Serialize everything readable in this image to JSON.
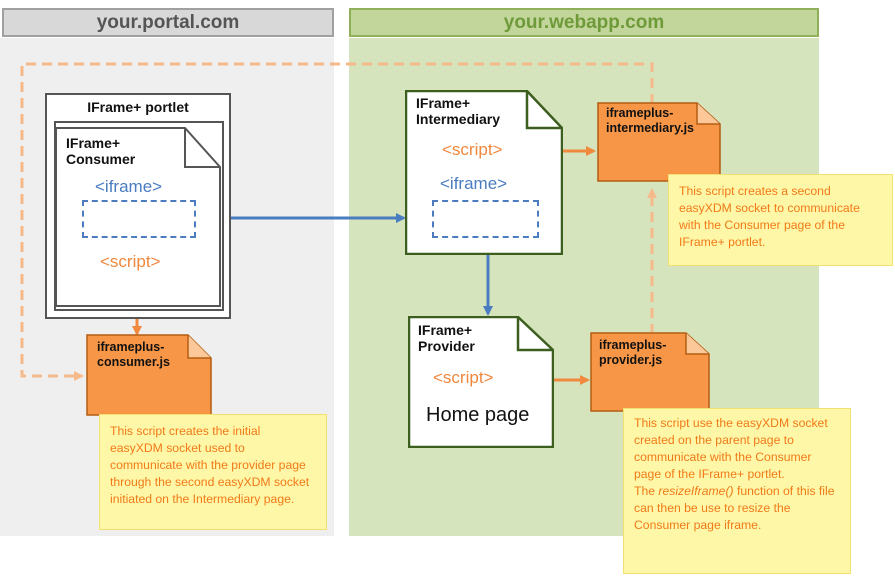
{
  "zones": {
    "portal": {
      "title": "your.portal.com"
    },
    "webapp": {
      "title": "your.webapp.com"
    }
  },
  "portlet": {
    "title": "IFrame+ portlet"
  },
  "consumer": {
    "title_line1": "IFrame+",
    "title_line2": "Consumer",
    "iframe_tag": "<iframe>",
    "script_tag": "<script>"
  },
  "intermediary": {
    "title_line1": "IFrame+",
    "title_line2": "Intermediary",
    "script_tag": "<script>",
    "iframe_tag": "<iframe>"
  },
  "provider": {
    "title_line1": "IFrame+",
    "title_line2": "Provider",
    "script_tag": "<script>",
    "home": "Home page"
  },
  "js_files": {
    "consumer": {
      "line1": "iframeplus-",
      "line2": "consumer.js"
    },
    "intermediary": {
      "line1": "iframeplus-",
      "line2": "intermediary.js"
    },
    "provider": {
      "line1": "iframeplus-",
      "line2": "provider.js"
    }
  },
  "notes": {
    "consumer": "This script creates the initial easyXDM socket  used to communicate with the provider page through the second easyXDM socket initiated on the Intermediary page.",
    "intermediary": "This script creates a second easyXDM socket to communicate with the Consumer page of the IFrame+ portlet.",
    "provider_part1": "This script use the easyXDM socket  created on the parent page to communicate with the Consumer page of the IFrame+ portlet.",
    "provider_fn": "resizeIframe()",
    "provider_prefix": "The ",
    "provider_part2": " function of this file can then be use to resize the Consumer page iframe."
  },
  "colors": {
    "portal_bg": "#efefef",
    "portal_header": "#d8d8d8",
    "webapp_bg": "#d6e4bd",
    "webapp_header": "#c2d69b",
    "webapp_title": "#6f9a3a",
    "orange": "#f0883e",
    "blue": "#4a7cbf",
    "note_bg": "#fff7a8"
  }
}
